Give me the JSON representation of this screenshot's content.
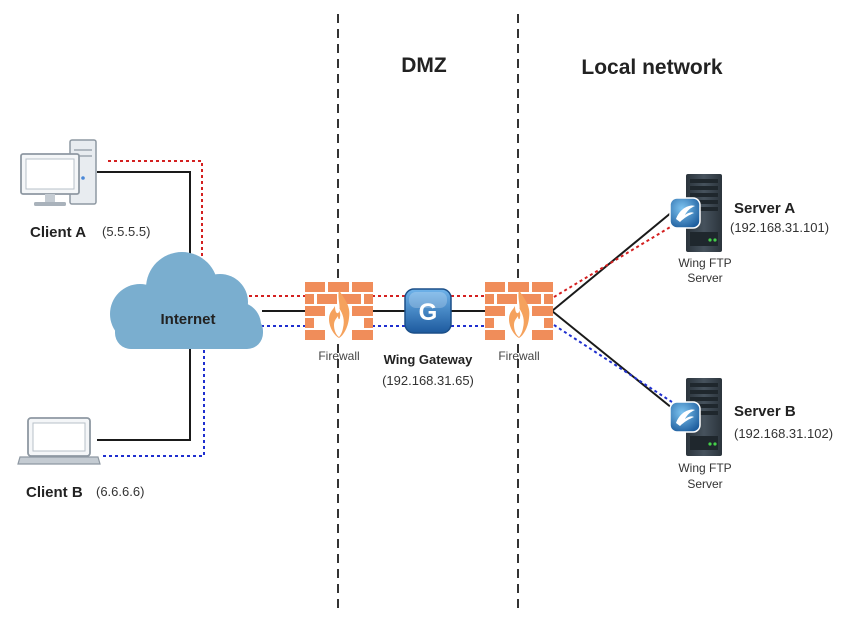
{
  "zones": {
    "dmz": "DMZ",
    "local": "Local network"
  },
  "internet": {
    "label": "Internet"
  },
  "clients": [
    {
      "name": "Client A",
      "ip": "(5.5.5.5)",
      "icon": "desktop-computer-icon"
    },
    {
      "name": "Client B",
      "ip": "(6.6.6.6)",
      "icon": "laptop-icon"
    }
  ],
  "firewalls": [
    {
      "label": "Firewall",
      "icon": "firewall-icon"
    },
    {
      "label": "Firewall",
      "icon": "firewall-icon"
    }
  ],
  "gateway": {
    "name": "Wing Gateway",
    "ip": "(192.168.31.65)",
    "glyph": "G",
    "icon": "wing-gateway-icon"
  },
  "servers": [
    {
      "name": "Server A",
      "ip": "(192.168.31.101)",
      "type_line1": "Wing FTP",
      "type_line2": "Server",
      "icon": "server-icon"
    },
    {
      "name": "Server B",
      "ip": "(192.168.31.102)",
      "type_line1": "Wing FTP",
      "type_line2": "Server",
      "icon": "server-icon"
    }
  ],
  "colors": {
    "client_a_path": "#d42020",
    "client_b_path": "#1f2fcf",
    "cloud": "#7aaecf",
    "firewall_brick": "#f08d5a",
    "firewall_flame": "#f5a25d",
    "gateway": "#2f78c4",
    "server_body": "#36424c"
  }
}
